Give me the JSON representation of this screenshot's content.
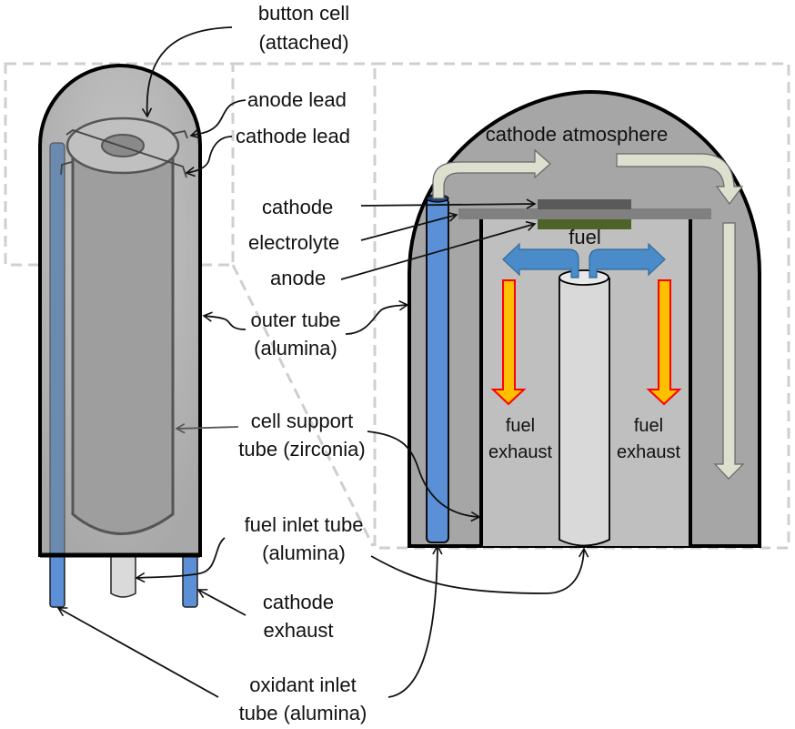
{
  "title": "Button cell fuel cell test setup schematic",
  "colors": {
    "outer_tube": "#b4b4b4",
    "outer_tube_dark": "#a6a6a6",
    "support_tube": "#9e9e9e",
    "oxidant_tube": "#5b8fd6",
    "oxidant_tube_faded": "#6b8ab0",
    "fuel_tube": "#dadada",
    "cathode_layer": "#5a5a5a",
    "electrolyte_layer": "#808080",
    "anode_layer": "#4f6228",
    "inner_chamber": "#bfbfbf",
    "air_arrow": "#dde0cf",
    "fuel_arrow": "#4a8bc9",
    "exhaust_arrow_fill": "#ffc000",
    "exhaust_arrow_stroke": "#ff0000",
    "dash_box": "#cfcfcf"
  },
  "labels": {
    "button_cell_1": "button cell",
    "button_cell_2": "(attached)",
    "anode_lead": "anode lead",
    "cathode_lead": "cathode lead",
    "cathode": "cathode",
    "electrolyte": "electrolyte",
    "anode": "anode",
    "outer_tube_1": "outer tube",
    "outer_tube_2": "(alumina)",
    "cell_support_1": "cell support",
    "cell_support_2": "tube (zirconia)",
    "fuel_inlet_1": "fuel inlet tube",
    "fuel_inlet_2": "(alumina)",
    "cathode_exhaust_1": "cathode",
    "cathode_exhaust_2": "exhaust",
    "oxidant_inlet_1": "oxidant inlet",
    "oxidant_inlet_2": "tube (alumina)",
    "cathode_atmosphere": "cathode atmosphere",
    "fuel": "fuel",
    "fuel_exhaust_left_1": "fuel",
    "fuel_exhaust_left_2": "exhaust",
    "fuel_exhaust_right_1": "fuel",
    "fuel_exhaust_right_2": "exhaust"
  }
}
